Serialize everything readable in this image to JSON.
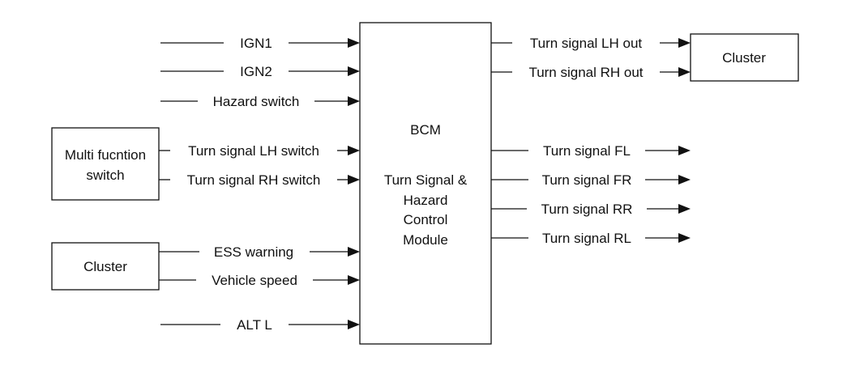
{
  "bcm": {
    "title": "BCM",
    "subtitle_lines": [
      "Turn Signal &",
      "Hazard",
      "Control",
      "Module"
    ]
  },
  "multifunction_switch": {
    "lines": [
      "Multi fucntion",
      "switch"
    ]
  },
  "cluster_left": {
    "label": "Cluster"
  },
  "cluster_right": {
    "label": "Cluster"
  },
  "inputs": {
    "ign1": "IGN1",
    "ign2": "IGN2",
    "hazard_switch": "Hazard switch",
    "turn_lh_switch": "Turn signal LH switch",
    "turn_rh_switch": "Turn signal RH switch",
    "ess_warning": "ESS warning",
    "vehicle_speed": "Vehicle speed",
    "alt_l": "ALT L"
  },
  "outputs": {
    "turn_lh_out": "Turn signal LH out",
    "turn_rh_out": "Turn signal RH out",
    "turn_fl": "Turn signal FL",
    "turn_fr": "Turn signal FR",
    "turn_rr": "Turn signal RR",
    "turn_rl": "Turn signal RL"
  }
}
